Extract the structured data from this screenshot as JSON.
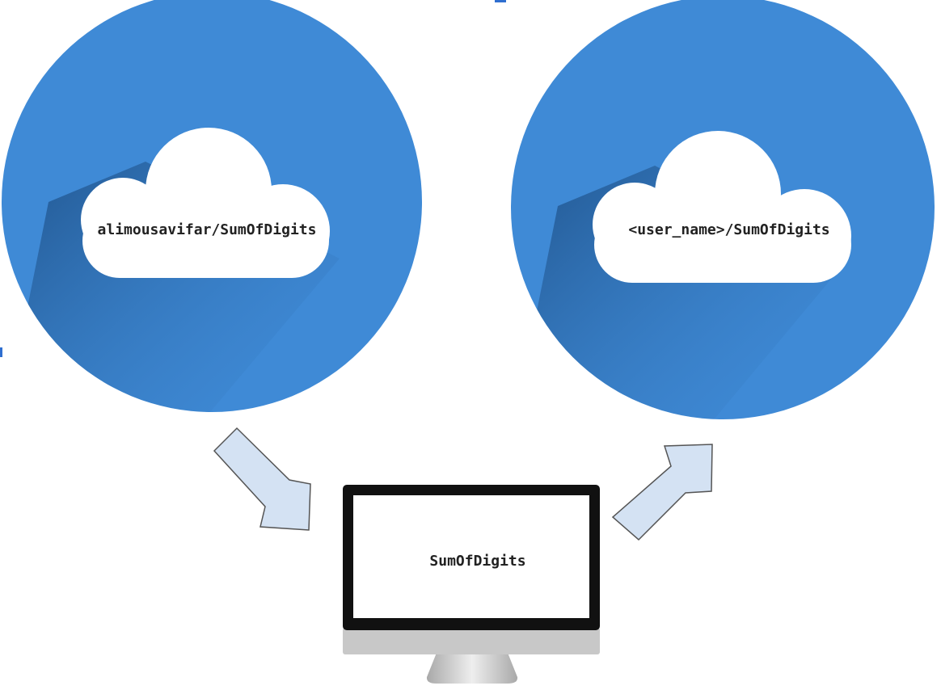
{
  "diagram": {
    "source_repo_label": "alimousavifar/SumOfDigits",
    "target_repo_label": "<user_name>/SumOfDigits",
    "local_repo_label": "SumOfDigits"
  },
  "icons": {
    "left_cloud": "cloud-icon",
    "right_cloud": "cloud-icon",
    "computer": "monitor-icon",
    "clone_arrow": "arrow-down-right-icon",
    "push_arrow": "arrow-up-right-icon"
  },
  "colors": {
    "circle_blue": "#3f8ad6",
    "cloud_white": "#ffffff",
    "arrow_fill": "#d4e2f3",
    "arrow_stroke": "#555555",
    "monitor_frame": "#111111",
    "monitor_stand": "#c8c8c8"
  }
}
